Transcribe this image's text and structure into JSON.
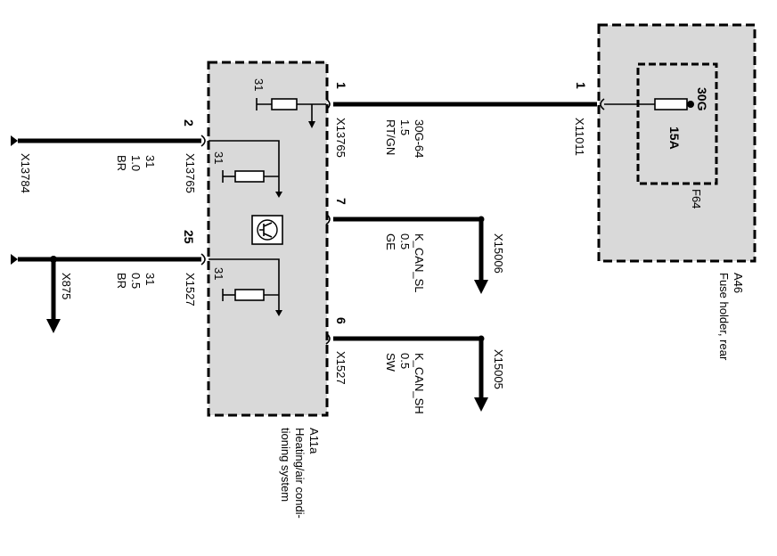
{
  "components": {
    "a11a": {
      "ref": "A11a",
      "name_line1": "Heating/air condi-",
      "name_line2": "tioning system"
    },
    "a46": {
      "ref": "A46",
      "name": "Fuse holder, rear"
    },
    "f64": {
      "ref": "F64",
      "rating": "15A",
      "terminal": "30G"
    }
  },
  "ground_label": "31",
  "pins": {
    "p1": "1",
    "p2": "2",
    "p25": "25",
    "p7": "7",
    "p6": "6",
    "p1_fuse": "1"
  },
  "connectors": {
    "x13765_a": "X13765",
    "x13765_b": "X13765",
    "x1527_a": "X1527",
    "x1527_b": "X1527",
    "x11011": "X11011",
    "x13784": "X13784",
    "x875": "X875",
    "x15006": "X15006",
    "x15005": "X15005"
  },
  "wires": {
    "power": {
      "signal": "30G-64",
      "size": "1.5",
      "color": "RT/GN"
    },
    "ground1": {
      "signal": "31",
      "size": "1.0",
      "color": "BR"
    },
    "ground2": {
      "signal": "31",
      "size": "0.5",
      "color": "BR"
    },
    "can_sl": {
      "signal": "K_CAN_SL",
      "size": "0.5",
      "color": "GE"
    },
    "can_sh": {
      "signal": "K_CAN_SH",
      "size": "0.5",
      "color": "SW"
    }
  }
}
